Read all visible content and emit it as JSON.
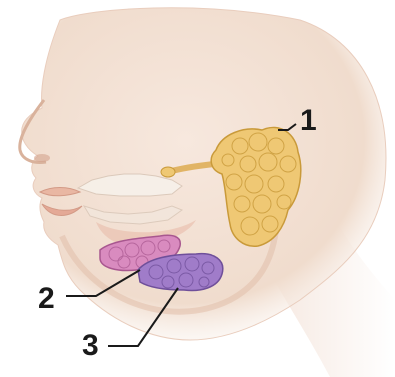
{
  "labels": {
    "one": "1",
    "two": "2",
    "three": "3"
  },
  "structures": {
    "parotid_gland": {
      "callout": "1",
      "color": "#efc874",
      "outline": "#c99a3a"
    },
    "submandibular_gland": {
      "callout": "2",
      "color": "#d98bbf",
      "outline": "#a8578f"
    },
    "sublingual_gland": {
      "callout": "3",
      "color": "#a07cc9",
      "outline": "#6f4f9a"
    }
  },
  "colors": {
    "skin": "#f2ddd0",
    "skin_shadow": "#e6c2ae",
    "lip": "#e9b7a3",
    "leader_line": "#1a1a1a"
  }
}
